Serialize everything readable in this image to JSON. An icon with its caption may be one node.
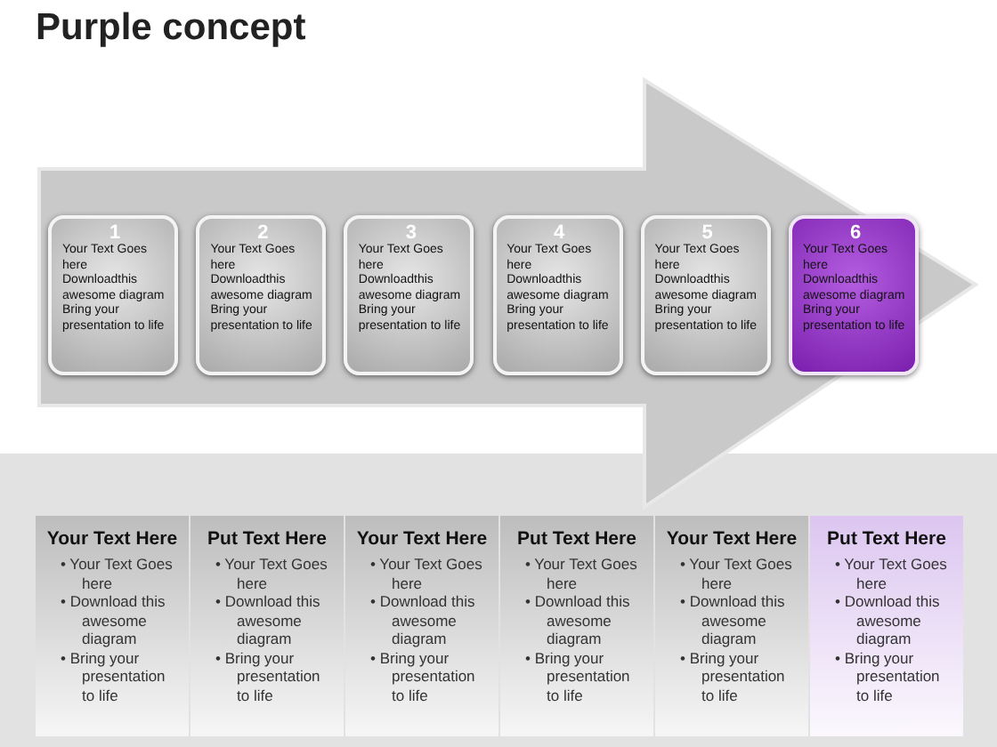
{
  "diagram": {
    "title": "Purple concept",
    "nodes": [
      {
        "text": [
          "1",
          "Your Text Goes here",
          "Downloadthis awesome diagram",
          "Bring your presentation to life"
        ]
      },
      {
        "text": [
          "2",
          "Your Text Goes here",
          "Downloadthis awesome diagram",
          "Bring your presentation to life"
        ]
      },
      {
        "text": [
          "3",
          "Your Text Goes here",
          "Downloadthis awesome diagram",
          "Bring your presentation to life"
        ]
      },
      {
        "text": [
          "4",
          "Your Text Goes here",
          "Downloadthis awesome diagram",
          "Bring your presentation to life"
        ]
      },
      {
        "text": [
          "5",
          "Your Text Goes here",
          "Downloadthis awesome diagram",
          "Bring your presentation to life"
        ]
      },
      {
        "text": [
          "6",
          "Your Text Goes here",
          "Downloadthis awesome diagram",
          "Bring your presentation to life"
        ]
      },
      {
        "text": [
          "Your Text Here",
          "• Your Text Goes here",
          "• Download this awesome diagram",
          "• Bring your presentation to life"
        ]
      },
      {
        "text": [
          "Put Text Here",
          "• Your Text Goes here",
          "• Download this awesome diagram",
          "• Bring your presentation to life"
        ]
      },
      {
        "text": [
          "Your Text Here",
          "• Your Text Goes here",
          "• Download this awesome diagram",
          "• Bring your presentation to life"
        ]
      },
      {
        "text": [
          "Put Text Here",
          "• Your Text Goes here",
          "• Download this awesome diagram",
          "• Bring your presentation to life"
        ]
      },
      {
        "text": [
          "Your Text Here",
          "• Your Text Goes here",
          "• Download this awesome diagram",
          "• Bring your presentation to life"
        ]
      },
      {
        "text": [
          "Put Text Here",
          "• Your Text Goes here",
          "• Download this awesome diagram",
          "• Bring your presentation to life"
        ]
      }
    ]
  }
}
